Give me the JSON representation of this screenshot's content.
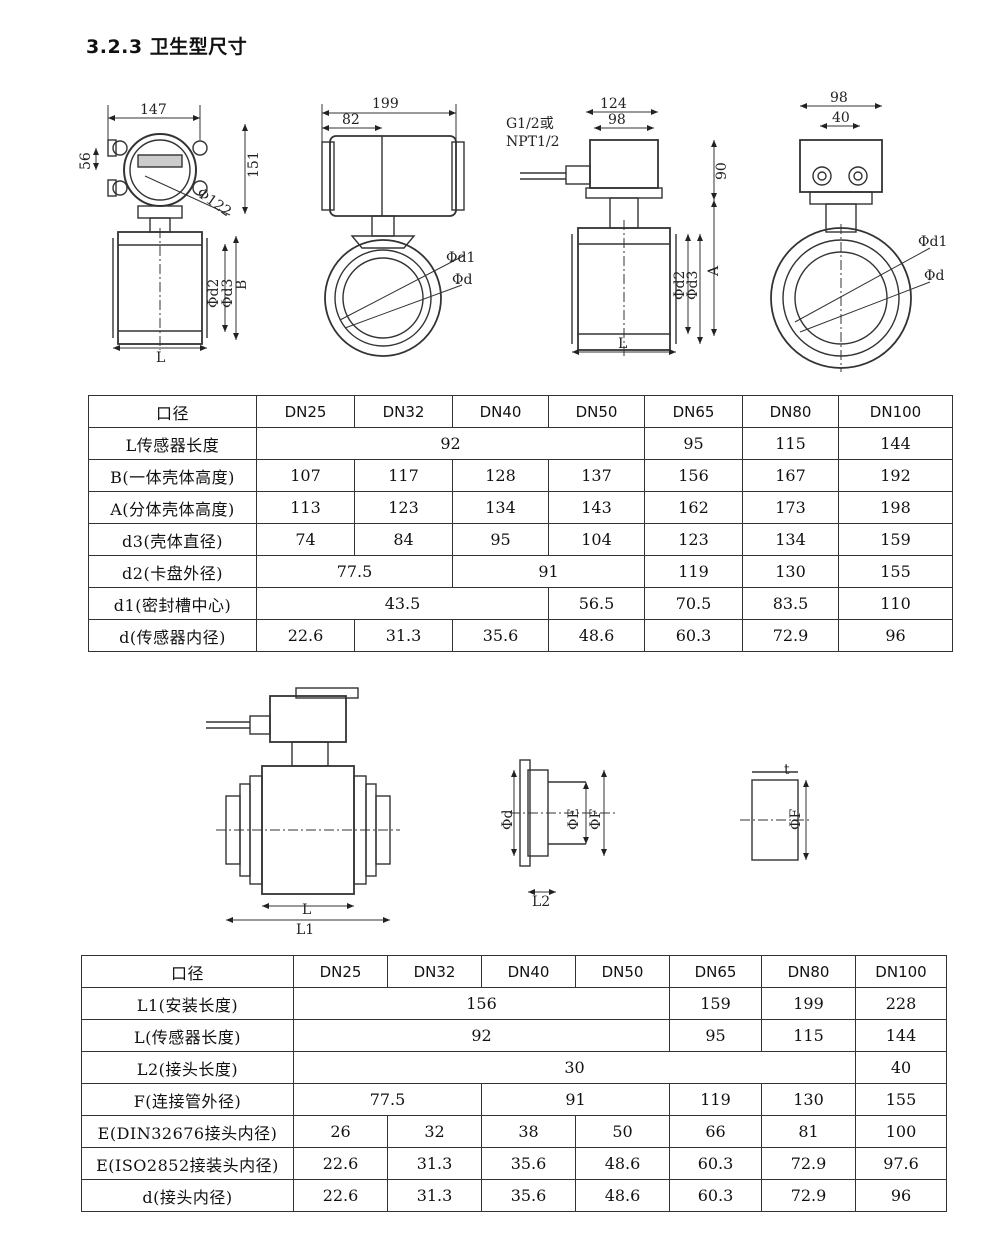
{
  "heading": "3.2.3 卫生型尺寸",
  "figure1": {
    "view1": {
      "width": "147",
      "height": "151",
      "offset": "56",
      "dia": "Φ122",
      "d2": "Φd2",
      "d3": "Φd3",
      "b": "B",
      "l": "L"
    },
    "view2": {
      "width": "199",
      "offset": "82",
      "d1": "Φd1",
      "d": "Φd"
    },
    "view3": {
      "thread": "G1/2或",
      "thread2": "NPT1/2",
      "width": "124",
      "inner": "98",
      "height": "90",
      "d2": "Φd2",
      "d3": "Φd3",
      "a": "A",
      "l": "L"
    },
    "view4": {
      "width": "98",
      "inner": "40",
      "d1": "Φd1",
      "d": "Φd"
    }
  },
  "figure2": {
    "view1": {
      "l": "L",
      "l1": "L1"
    },
    "view2": {
      "d": "Φd",
      "e": "ΦE",
      "f": "ΦF",
      "l2": "L2"
    },
    "view3": {
      "t": "t",
      "f": "ΦF"
    }
  },
  "table1": {
    "header": [
      "口径",
      "DN25",
      "DN32",
      "DN40",
      "DN50",
      "DN65",
      "DN80",
      "DN100"
    ],
    "rows": [
      {
        "label": "L传感器长度",
        "cells": [
          {
            "v": "92",
            "span": 4
          },
          {
            "v": "95",
            "span": 1
          },
          {
            "v": "115",
            "span": 1
          },
          {
            "v": "144",
            "span": 1
          }
        ]
      },
      {
        "label": "B(一体壳体高度)",
        "cells": [
          {
            "v": "107",
            "span": 1
          },
          {
            "v": "117",
            "span": 1
          },
          {
            "v": "128",
            "span": 1
          },
          {
            "v": "137",
            "span": 1
          },
          {
            "v": "156",
            "span": 1
          },
          {
            "v": "167",
            "span": 1
          },
          {
            "v": "192",
            "span": 1
          }
        ]
      },
      {
        "label": "A(分体壳体高度)",
        "cells": [
          {
            "v": "113",
            "span": 1
          },
          {
            "v": "123",
            "span": 1
          },
          {
            "v": "134",
            "span": 1
          },
          {
            "v": "143",
            "span": 1
          },
          {
            "v": "162",
            "span": 1
          },
          {
            "v": "173",
            "span": 1
          },
          {
            "v": "198",
            "span": 1
          }
        ]
      },
      {
        "label": "d3(壳体直径)",
        "cells": [
          {
            "v": "74",
            "span": 1
          },
          {
            "v": "84",
            "span": 1
          },
          {
            "v": "95",
            "span": 1
          },
          {
            "v": "104",
            "span": 1
          },
          {
            "v": "123",
            "span": 1
          },
          {
            "v": "134",
            "span": 1
          },
          {
            "v": "159",
            "span": 1
          }
        ]
      },
      {
        "label": "d2(卡盘外径)",
        "cells": [
          {
            "v": "77.5",
            "span": 2
          },
          {
            "v": "91",
            "span": 2
          },
          {
            "v": "119",
            "span": 1
          },
          {
            "v": "130",
            "span": 1
          },
          {
            "v": "155",
            "span": 1
          }
        ]
      },
      {
        "label": "d1(密封槽中心)",
        "cells": [
          {
            "v": "43.5",
            "span": 3
          },
          {
            "v": "56.5",
            "span": 1
          },
          {
            "v": "70.5",
            "span": 1
          },
          {
            "v": "83.5",
            "span": 1
          },
          {
            "v": "110",
            "span": 1
          }
        ]
      },
      {
        "label": "d(传感器内径)",
        "cells": [
          {
            "v": "22.6",
            "span": 1
          },
          {
            "v": "31.3",
            "span": 1
          },
          {
            "v": "35.6",
            "span": 1
          },
          {
            "v": "48.6",
            "span": 1
          },
          {
            "v": "60.3",
            "span": 1
          },
          {
            "v": "72.9",
            "span": 1
          },
          {
            "v": "96",
            "span": 1
          }
        ]
      }
    ]
  },
  "table2": {
    "header": [
      "口径",
      "DN25",
      "DN32",
      "DN40",
      "DN50",
      "DN65",
      "DN80",
      "DN100"
    ],
    "rows": [
      {
        "label": "L1(安装长度)",
        "cells": [
          {
            "v": "156",
            "span": 4
          },
          {
            "v": "159",
            "span": 1
          },
          {
            "v": "199",
            "span": 1
          },
          {
            "v": "228",
            "span": 1
          }
        ]
      },
      {
        "label": "L(传感器长度)",
        "cells": [
          {
            "v": "92",
            "span": 4
          },
          {
            "v": "95",
            "span": 1
          },
          {
            "v": "115",
            "span": 1
          },
          {
            "v": "144",
            "span": 1
          }
        ]
      },
      {
        "label": "L2(接头长度)",
        "cells": [
          {
            "v": "30",
            "span": 6
          },
          {
            "v": "40",
            "span": 1
          }
        ]
      },
      {
        "label": "F(连接管外径)",
        "cells": [
          {
            "v": "77.5",
            "span": 2
          },
          {
            "v": "91",
            "span": 2
          },
          {
            "v": "119",
            "span": 1
          },
          {
            "v": "130",
            "span": 1
          },
          {
            "v": "155",
            "span": 1
          }
        ]
      },
      {
        "label": "E(DIN32676接头内径)",
        "cells": [
          {
            "v": "26",
            "span": 1
          },
          {
            "v": "32",
            "span": 1
          },
          {
            "v": "38",
            "span": 1
          },
          {
            "v": "50",
            "span": 1
          },
          {
            "v": "66",
            "span": 1
          },
          {
            "v": "81",
            "span": 1
          },
          {
            "v": "100",
            "span": 1
          }
        ]
      },
      {
        "label": "E(ISO2852接装头内径)",
        "cells": [
          {
            "v": "22.6",
            "span": 1
          },
          {
            "v": "31.3",
            "span": 1
          },
          {
            "v": "35.6",
            "span": 1
          },
          {
            "v": "48.6",
            "span": 1
          },
          {
            "v": "60.3",
            "span": 1
          },
          {
            "v": "72.9",
            "span": 1
          },
          {
            "v": "97.6",
            "span": 1
          }
        ]
      },
      {
        "label": "d(接头内径)",
        "cells": [
          {
            "v": "22.6",
            "span": 1
          },
          {
            "v": "31.3",
            "span": 1
          },
          {
            "v": "35.6",
            "span": 1
          },
          {
            "v": "48.6",
            "span": 1
          },
          {
            "v": "60.3",
            "span": 1
          },
          {
            "v": "72.9",
            "span": 1
          },
          {
            "v": "96",
            "span": 1
          }
        ]
      }
    ]
  }
}
